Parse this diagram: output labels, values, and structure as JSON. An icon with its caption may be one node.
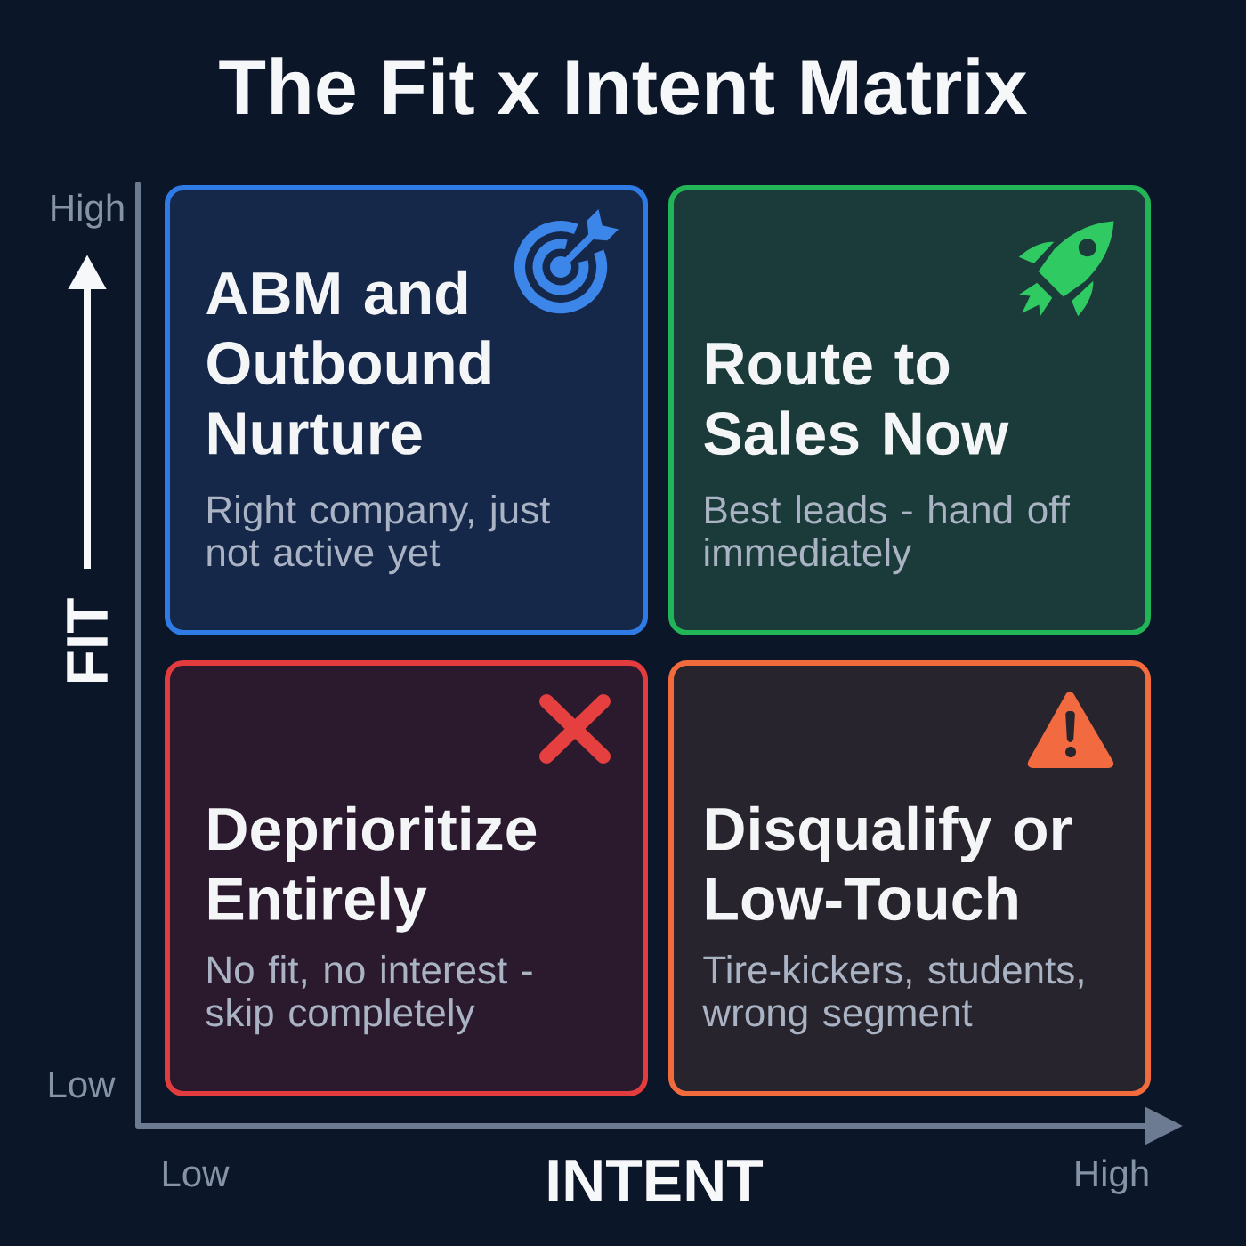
{
  "diagram": {
    "title": "The Fit x Intent Matrix",
    "nodes": [
      {
        "text": [
          "ABM and Outbound Nurture",
          "Right company, just not active yet"
        ]
      },
      {
        "text": [
          "Route to Sales Now",
          "Best leads - hand off immediately"
        ]
      },
      {
        "text": [
          "Deprioritize Entirely",
          "No fit, no interest - skip completely"
        ]
      },
      {
        "text": [
          "Disqualify or Low-Touch",
          "Tire-kickers, students, wrong segment"
        ]
      }
    ],
    "labels": [
      "High",
      "FIT",
      "Low",
      "Low",
      "INTENT",
      "High"
    ]
  }
}
